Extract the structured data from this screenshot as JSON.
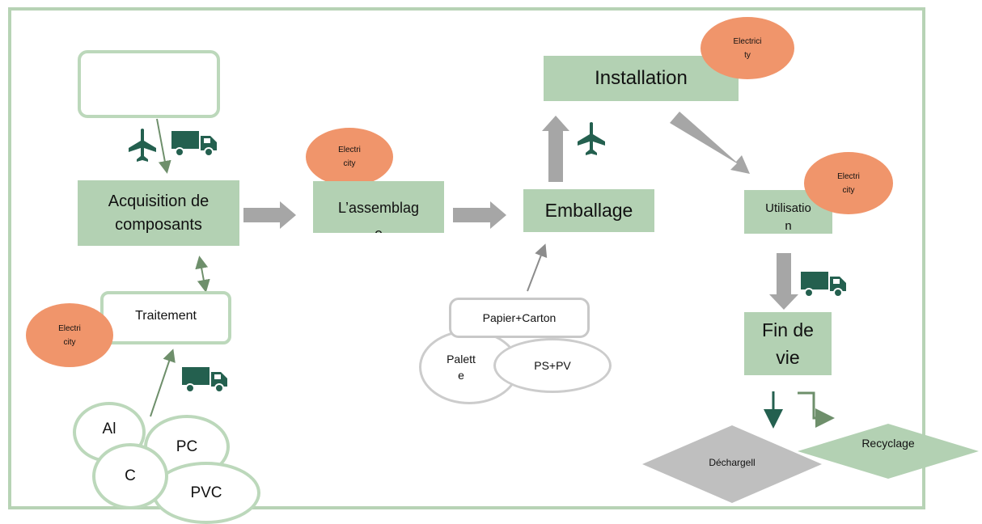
{
  "colors": {
    "frame": "#b7d3b5",
    "process_box": "#b3d1b3",
    "electricity": "#f0956b",
    "arrow_grey": "#a6a6a6",
    "icon_green": "#24604f",
    "landfill": "#bfbfbf"
  },
  "icons": {
    "plane": "airplane-icon",
    "truck": "truck-icon"
  },
  "nodes": {
    "empty_box": "",
    "acquisition_line1": "Acquisition de",
    "acquisition_line2": "composants",
    "assembly_line1": "L’assemblag",
    "assembly_line2": "e",
    "packaging": "Emballage",
    "installation": "Installation",
    "use_line1": "Utilisatio",
    "use_line2": "n",
    "end_line1": "Fin de",
    "end_line2": "vie",
    "treatment": "Traitement",
    "paper_carton": "Papier+Carton",
    "pallet_line1": "Palett",
    "pallet_line2": "e",
    "ps_pv": "PS+PV",
    "landfill": "Déchargell",
    "recycling": "Recyclage"
  },
  "electricity": {
    "line1": "Electri",
    "line2": "city",
    "install_line1": "Electrici",
    "install_line2": "ty"
  },
  "materials": {
    "al": "Al",
    "pc": "PC",
    "c": "C",
    "pvc": "PVC"
  }
}
